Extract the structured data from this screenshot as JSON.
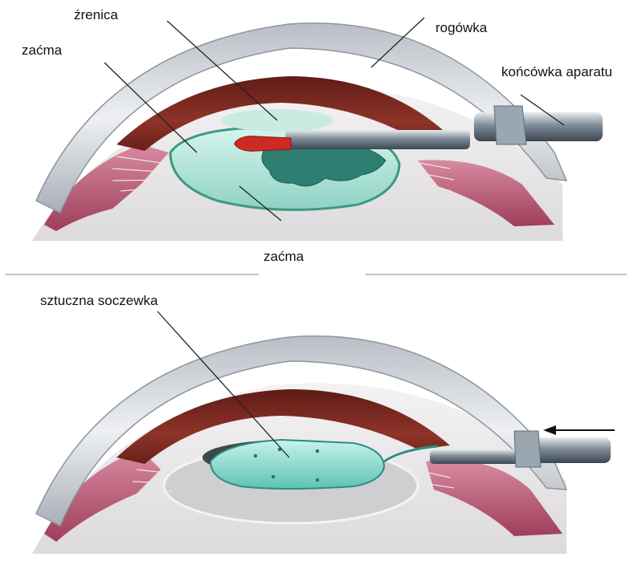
{
  "top_panel": {
    "labels": {
      "pupil": "źrenica",
      "cornea": "rogówka",
      "cataract_upper": "zaćma",
      "device_tip": "końcówka aparatu",
      "cataract_lower": "zaćma"
    }
  },
  "bottom_panel": {
    "labels": {
      "artificial_lens": "sztuczna soczewka"
    }
  },
  "colors": {
    "cornea": "#d2d6dc",
    "iris": "#7a2a22",
    "ciliary": "#c96a86",
    "cataract_lens": "#a8e0d2",
    "cataract_fragments": "#2e7e72",
    "probe_tip": "#cc2a22",
    "artificial_lens": "#7fd6c8",
    "instrument": "#5d6d7c",
    "divider": "#9fb2c2"
  }
}
